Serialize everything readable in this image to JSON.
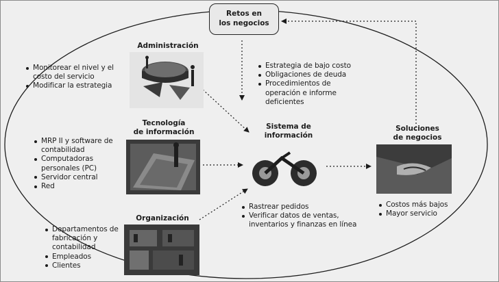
{
  "retos": {
    "line1": "Retos en",
    "line2": "los negocios"
  },
  "administracion": {
    "title": "Administración",
    "bullets": [
      "Monitorear el nivel y el costo del servicio",
      "Modificar la estrategia"
    ]
  },
  "retos_list": {
    "bullets": [
      "Estrategia de bajo costo",
      "Obligaciones de deuda",
      "Procedimientos de operación e informe deficientes"
    ]
  },
  "tecnologia": {
    "title_line1": "Tecnología",
    "title_line2": "de información",
    "bullets": [
      "MRP II y software de contabilidad",
      "Computadoras personales (PC)",
      "Servidor central",
      "Red"
    ]
  },
  "sistema": {
    "title_line1": "Sistema de",
    "title_line2": "información",
    "bullets": [
      "Rastrear pedidos",
      "Verificar datos de ventas, inventarios y finanzas en línea"
    ]
  },
  "soluciones": {
    "title_line1": "Soluciones",
    "title_line2": "de negocios",
    "bullets": [
      "Costos más bajos",
      "Mayor servicio"
    ]
  },
  "organizacion": {
    "title": "Organización",
    "bullets": [
      "Departamentos de fabricación y contabilidad",
      "Empleados",
      "Clientes"
    ]
  },
  "colors": {
    "ink": "#1c1c1c",
    "background": "#efefef",
    "photo_dark": "#3a3a3a"
  }
}
